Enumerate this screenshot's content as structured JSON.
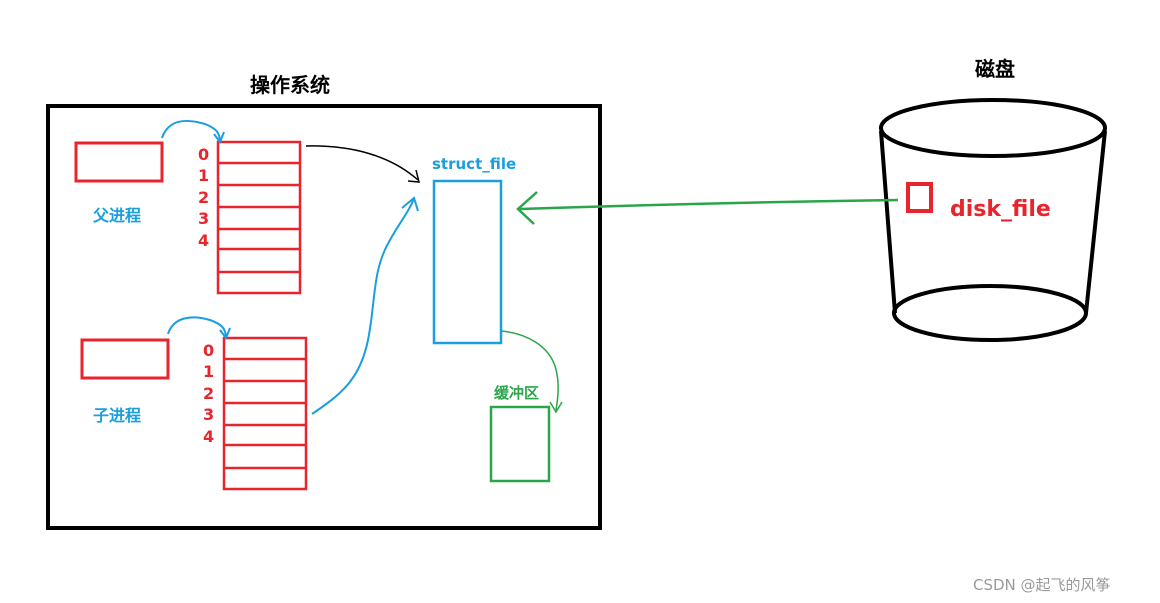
{
  "os_title": "操作系统",
  "disk_title": "磁盘",
  "parent_label": "父进程",
  "child_label": "子进程",
  "fd_indices": [
    "0",
    "1",
    "2",
    "3",
    "4"
  ],
  "struct_file_label": "struct_file",
  "buffer_label": "缓冲区",
  "disk_file_label": "disk_file",
  "watermark": "CSDN @起飞的风筝",
  "colors": {
    "red": "#e8242d",
    "blue": "#1a9ee0",
    "green": "#2aa54a",
    "black": "#000000",
    "watermark": "#9a9a9a"
  }
}
